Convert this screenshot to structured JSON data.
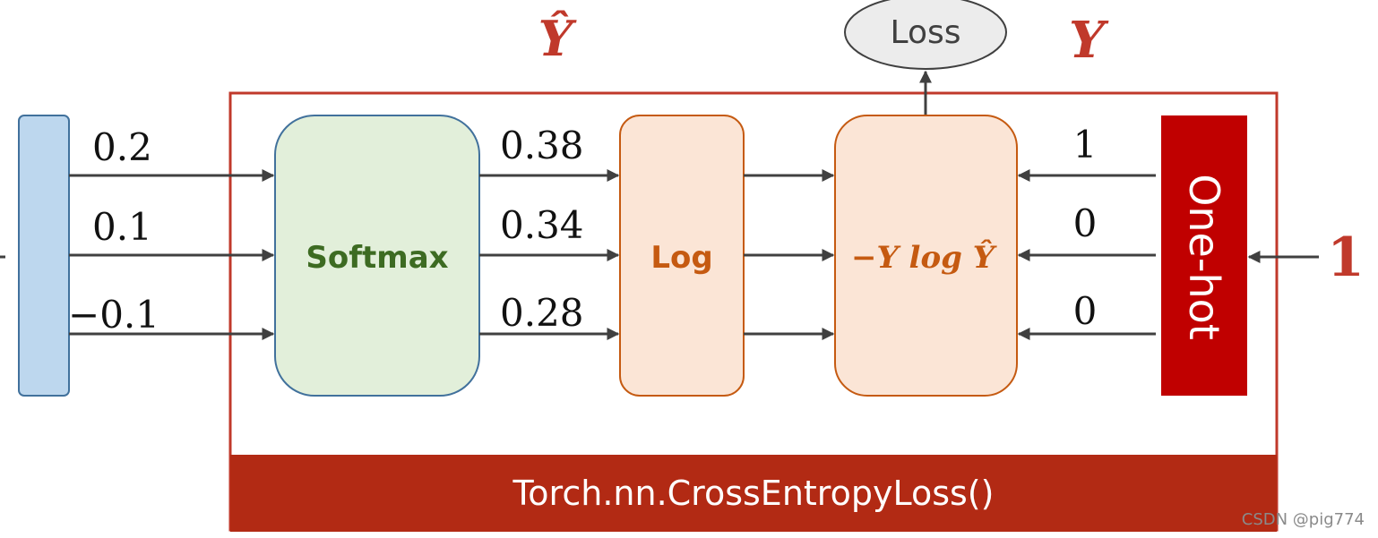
{
  "labels": {
    "y_hat": "Ŷ",
    "y": "Y",
    "loss": "Loss",
    "softmax": "Softmax",
    "log": "Log",
    "formula": "−Y log Ŷ",
    "one_hot": "One-hot",
    "target": "1",
    "footer": "Torch.nn.CrossEntropyLoss()",
    "watermark": "CSDN @pig774"
  },
  "logits": [
    "0.2",
    "0.1",
    "−0.1"
  ],
  "probabilities": [
    "0.38",
    "0.34",
    "0.28"
  ],
  "one_hot_values": [
    "1",
    "0",
    "0"
  ],
  "colors": {
    "frame_red": "#c0392b",
    "footer_red": "#b22a14",
    "onehot_red": "#c00000",
    "input_blue": "#bdd7ee",
    "softmax_green": "#e2efda",
    "softmax_text": "#3d6b22",
    "log_peach": "#fbe5d6",
    "log_text": "#c55a11",
    "arrow_gray": "#404040",
    "loss_gray": "#ececec"
  }
}
